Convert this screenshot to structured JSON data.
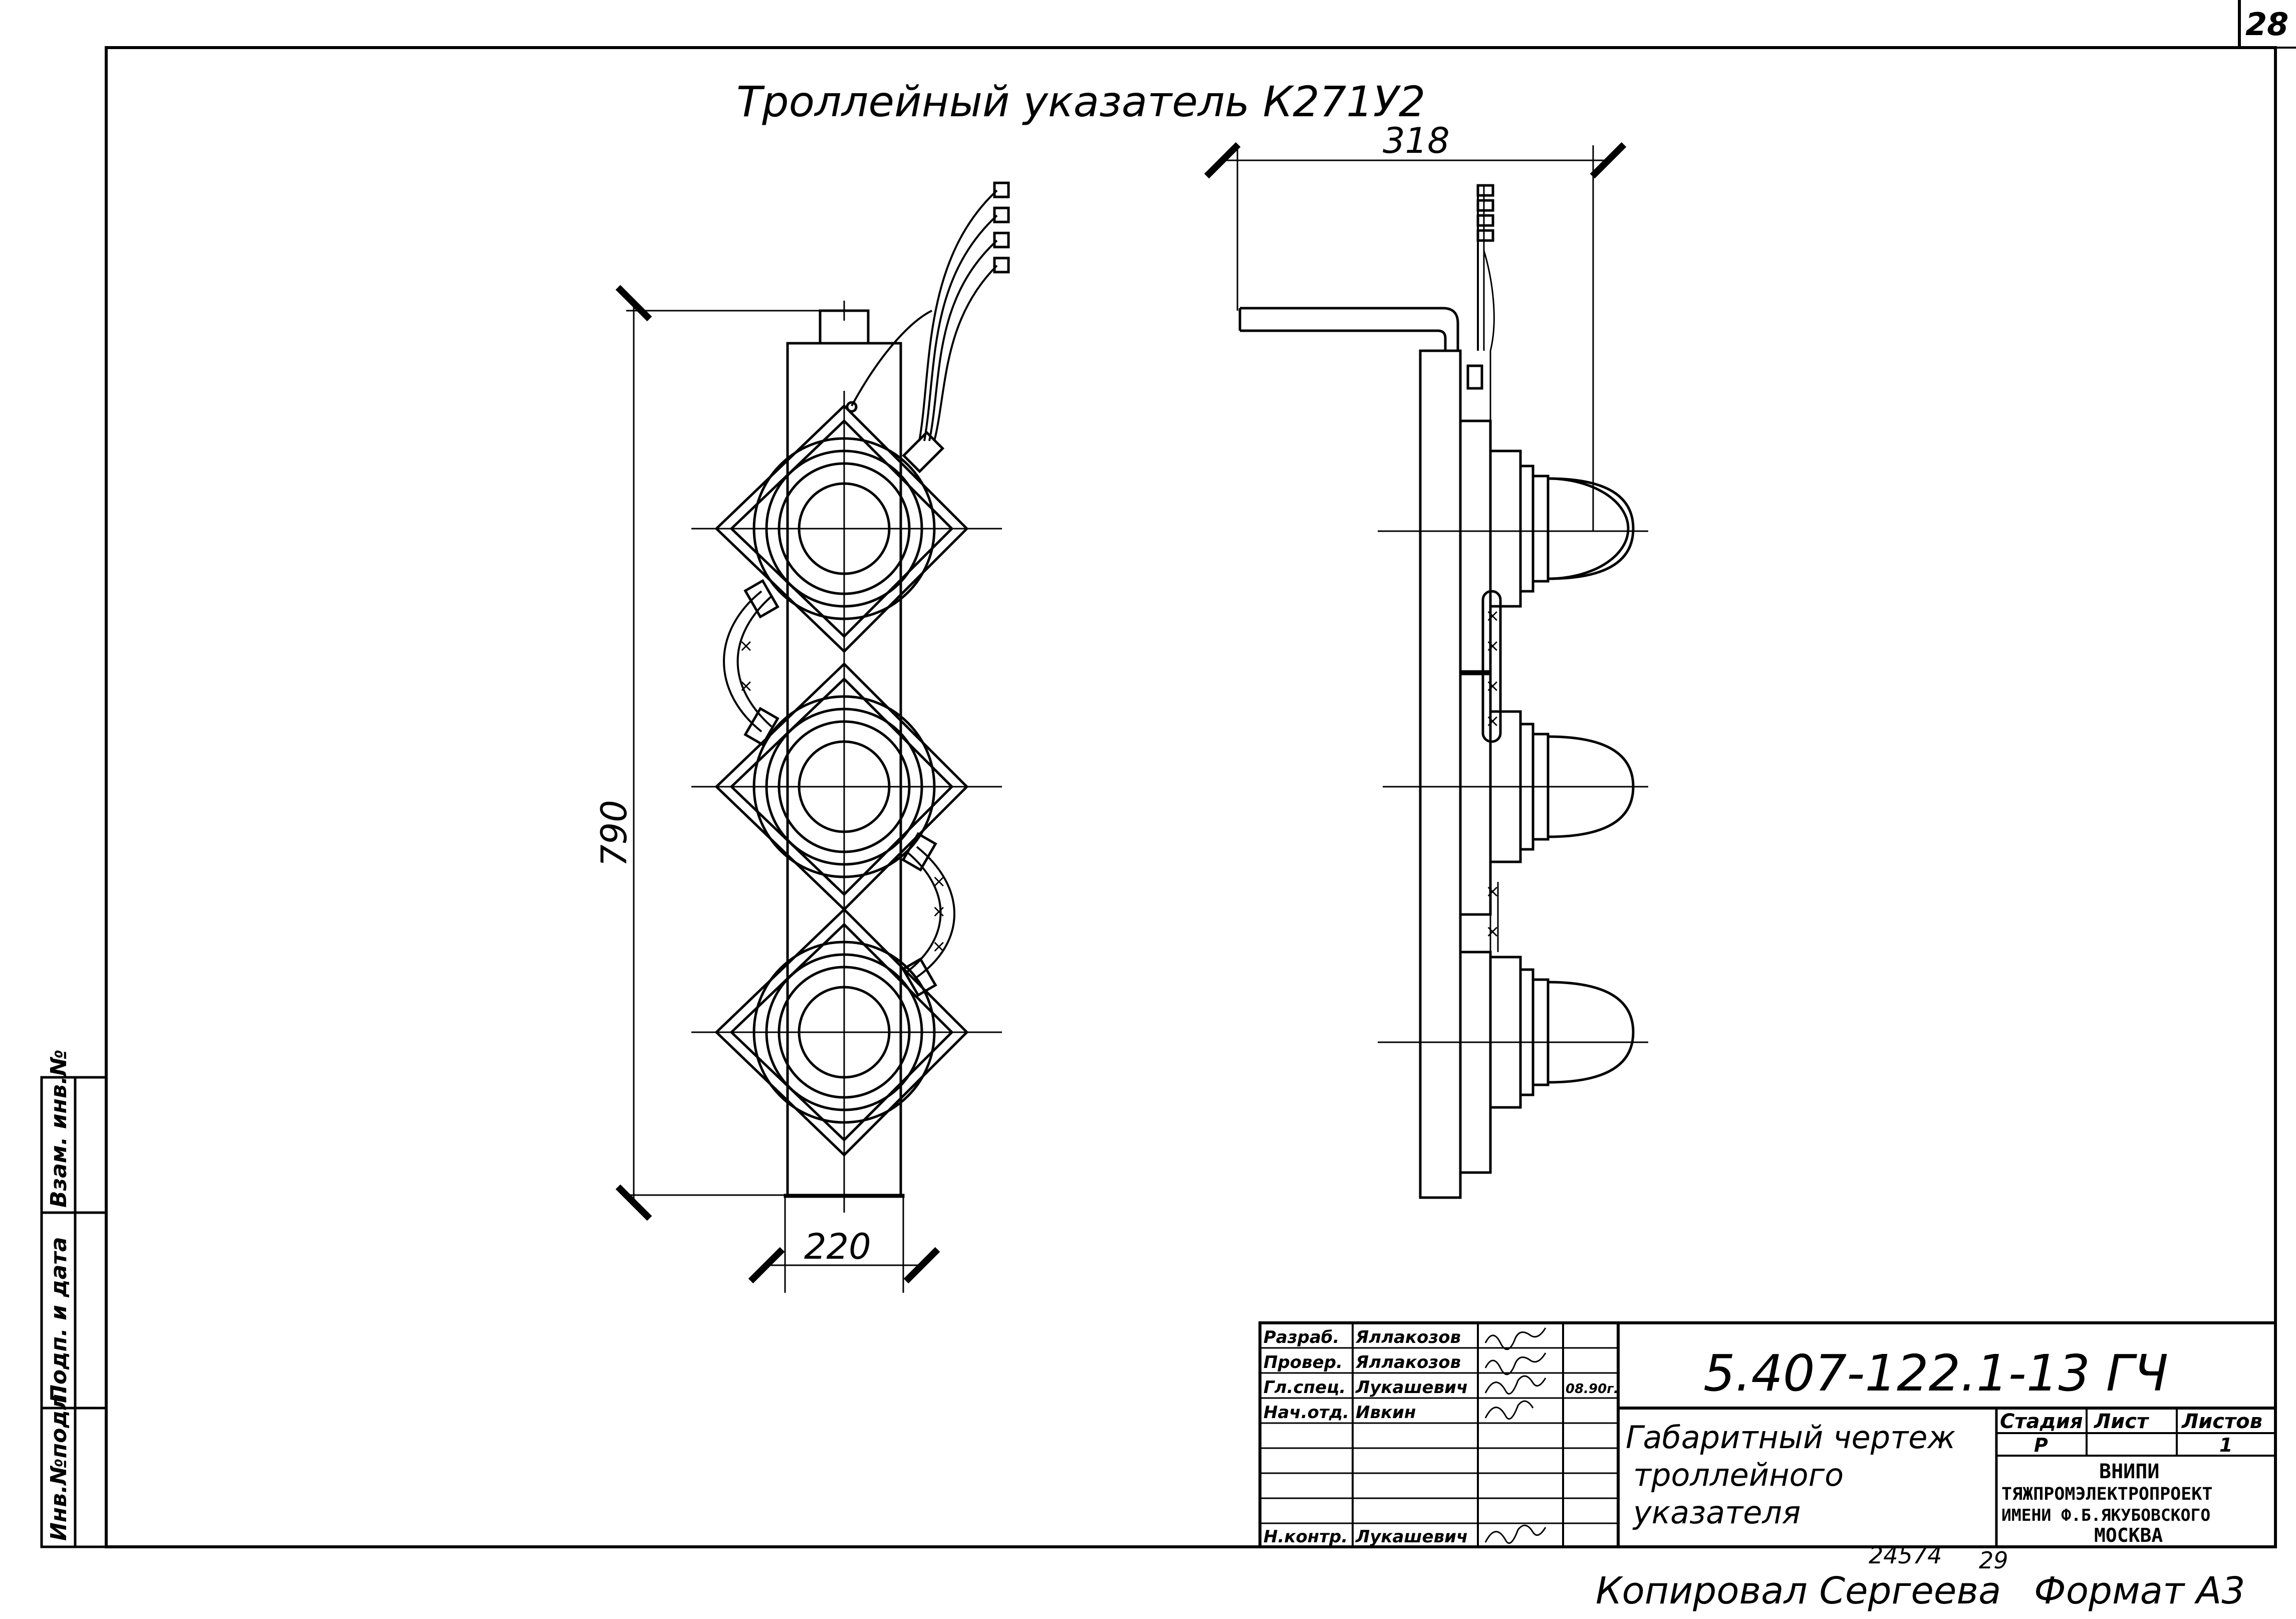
{
  "sheet": {
    "page_number": "28",
    "title": "Троллейный указатель К271У2",
    "copied_by": "Копировал Сергеева",
    "format": "Формат А3",
    "archive_number": "24574",
    "archive_sheet": "29"
  },
  "dimensions": {
    "height": "790",
    "width": "220",
    "depth": "318"
  },
  "side_strip": {
    "cells": [
      "Инв.№подл.",
      "Подп. и дата",
      "Взам. инв.№"
    ]
  },
  "title_block": {
    "designation": "5.407-122.1-13 ГЧ",
    "description_lines": [
      "Габаритный чертеж",
      "троллейного",
      "указателя"
    ],
    "roles": [
      {
        "role": "Разраб.",
        "name": "Яллакозов",
        "date": ""
      },
      {
        "role": "Провер.",
        "name": "Яллакозов",
        "date": ""
      },
      {
        "role": "Гл.спец.",
        "name": "Лукашевич",
        "date": "08.90г."
      },
      {
        "role": "Нач.отд.",
        "name": "Ивкин",
        "date": ""
      },
      {
        "role": "",
        "name": "",
        "date": ""
      },
      {
        "role": "",
        "name": "",
        "date": ""
      },
      {
        "role": "",
        "name": "",
        "date": ""
      },
      {
        "role": "Н.контр.",
        "name": "Лукашевич",
        "date": ""
      }
    ],
    "stage_header": "Стадия",
    "sheet_header": "Лист",
    "sheets_header": "Листов",
    "stage_value": "Р",
    "sheet_value": "",
    "sheets_value": "1",
    "org_lines": [
      "ВНИПИ",
      "ТЯЖПРОМЭЛЕКТРОПРОЕКТ",
      "ИМЕНИ Ф.Б.ЯКУБОВСКОГО",
      "МОСКВА"
    ]
  }
}
